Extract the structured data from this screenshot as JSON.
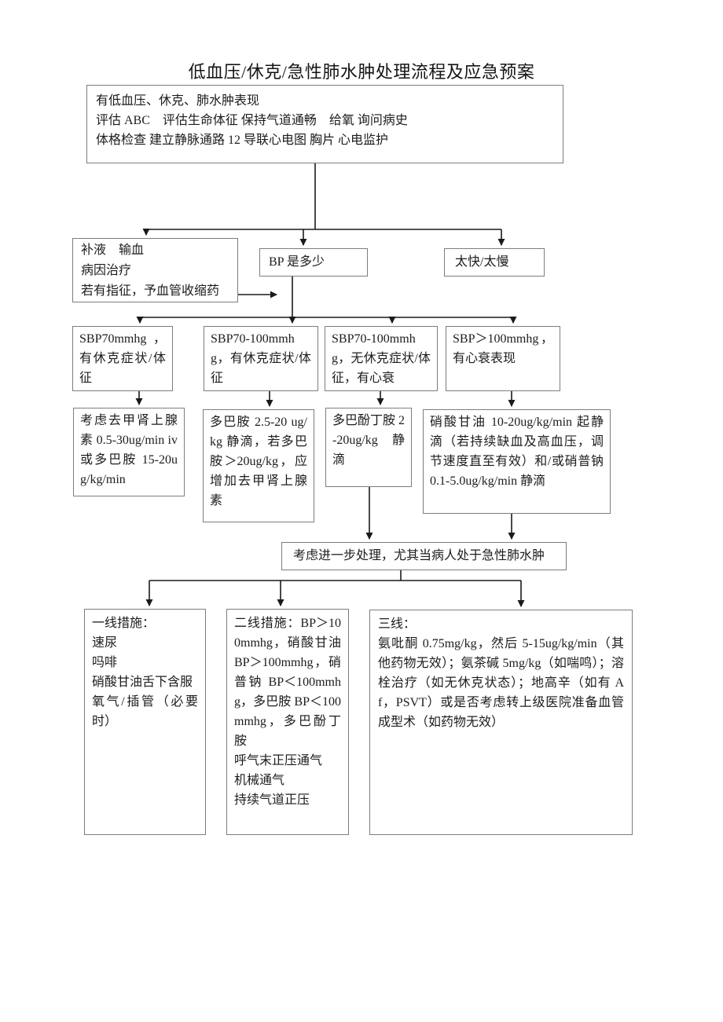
{
  "title": "低血压/休克/急性肺水肿处理流程及应急预案",
  "flowchart": {
    "assessment": {
      "lines": [
        "有低血压、休克、肺水肿表现",
        "评估 ABC　评估生命体征 保持气道通畅　给氧 询问病史",
        "体格检查 建立静脉通路 12 导联心电图 胸片 心电监护"
      ]
    },
    "fluids": {
      "lines": [
        "补液　输血",
        "病因治疗",
        "若有指征，予血管收缩药"
      ]
    },
    "bp_question": "BP 是多少",
    "rate": "太快/太慢",
    "sbp": [
      "SBP70mmhg，有休克症状/体征",
      "SBP70-100mmhg，有休克症状/体征",
      "SBP70-100mmhg，无休克症状/体征，有心衰",
      "SBP＞100mmhg，有心衰表现"
    ],
    "treatments": [
      "考虑去甲肾上腺素 0.5-30ug/min iv 或多巴胺 15-20ug/kg/min",
      "多巴胺 2.5-20 ug/kg 静滴，若多巴胺＞20ug/kg，应增加去甲肾上腺素",
      "多巴酚丁胺 2-20ug/kg 静滴",
      "硝酸甘油 10-20ug/kg/min 起静滴（若持续缺血及高血压，调节速度直至有效）和/或硝普钠 0.1-5.0ug/kg/min 静滴"
    ],
    "consider": "考虑进一步处理，尤其当病人处于急性肺水肿",
    "first_line": {
      "lines": [
        "一线措施：",
        "速尿",
        "吗啡",
        "硝酸甘油舌下含服",
        "氧气/插管（必要时）"
      ]
    },
    "second_line": {
      "lines": [
        "二线措施：BP＞100mmhg，硝酸甘油 BP＞100mmhg，硝普钠 BP＜100mmhg，多巴胺 BP＜100mmhg，多巴酚丁胺",
        "呼气末正压通气",
        "机械通气",
        "持续气道正压"
      ]
    },
    "third_line": {
      "lines": [
        "三线：",
        "氨吡酮 0.75mg/kg，然后 5-15ug/kg/min（其他药物无效）；氨茶碱 5mg/kg（如喘鸣）；溶栓治疗（如无休克状态）；地高辛（如有 Af，PSVT）或是否考虑转上级医院准备血管成型术（如药物无效）"
      ]
    }
  },
  "colors": {
    "background": "#ffffff",
    "box_border": "#7d7d7d",
    "connector": "#1a1a1a",
    "text": "#1c1c1c"
  }
}
